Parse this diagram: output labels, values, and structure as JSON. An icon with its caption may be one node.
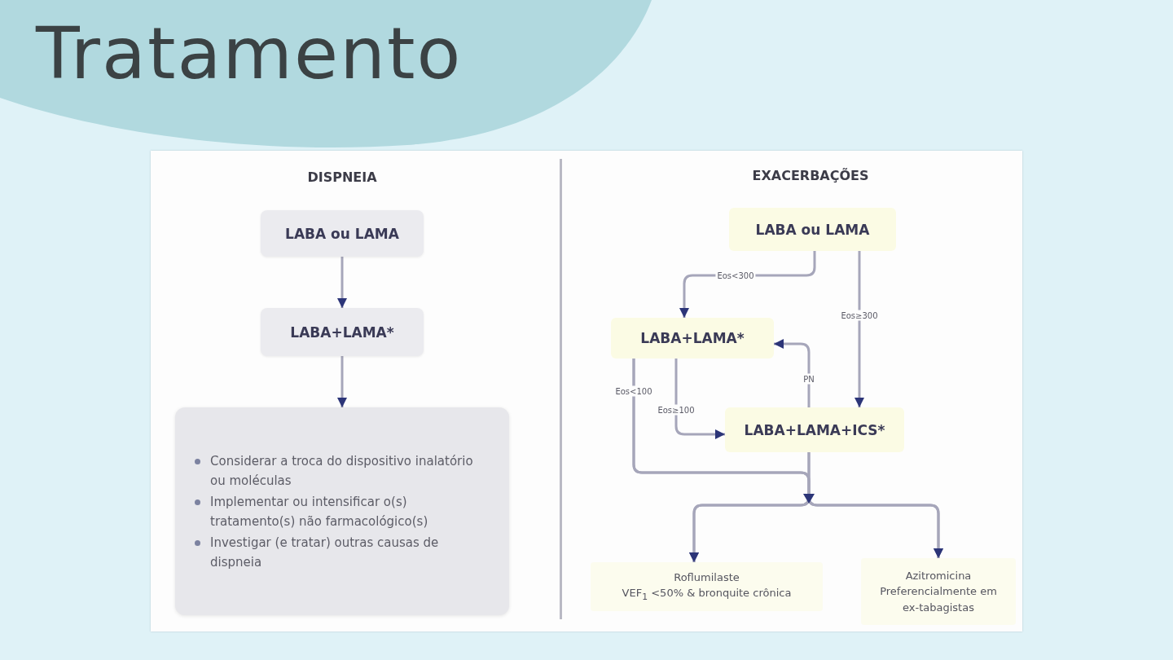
{
  "diagram": {
    "title": "Tratamento",
    "nodes": [
      {
        "text": [
          "LABA ou LAMA"
        ]
      },
      {
        "text": [
          "LABA+LAMA*"
        ]
      },
      {
        "text": [
          "Considerar a troca do dispositivo inalatório ou moléculas",
          "Implementar ou intensificar o(s) tratamento(s) não farmacológico(s)",
          "Investigar (e tratar) outras causas de dispneia"
        ]
      },
      {
        "text": [
          "LABA ou LAMA"
        ]
      },
      {
        "text": [
          "LABA+LAMA*"
        ]
      },
      {
        "text": [
          "LABA+LAMA+ICS*"
        ]
      },
      {
        "text": [
          "Roflumilaste",
          "VEF$_{1}$ <50% & bronquite crônica"
        ]
      },
      {
        "text": [
          "Azitromicina",
          "Preferencialmente em ex-tabagistas"
        ]
      }
    ],
    "edges": [
      {
        "from": 0,
        "to": 1,
        "arrow": "to"
      },
      {
        "from": 1,
        "to": 2,
        "arrow": "to"
      },
      {
        "from": 3,
        "to": 4,
        "arrow": "to",
        "label": "Eos<300"
      },
      {
        "from": 3,
        "to": 5,
        "arrow": "to",
        "label": "Eos≥300"
      },
      {
        "from": 4,
        "to": 5,
        "arrow": "to",
        "label": "Eos≥100"
      },
      {
        "from": 5,
        "to": 4,
        "arrow": "to",
        "label": "PN"
      },
      {
        "from": 4,
        "to": 6,
        "arrow": "to",
        "label": "Eos<100"
      },
      {
        "from": 4,
        "to": 7,
        "arrow": "to"
      },
      {
        "from": 5,
        "to": 6,
        "arrow": "to"
      },
      {
        "from": 5,
        "to": 7,
        "arrow": "to"
      }
    ],
    "labels": [
      "DISPNEIA",
      "EXACERBAÇÕES"
    ]
  }
}
